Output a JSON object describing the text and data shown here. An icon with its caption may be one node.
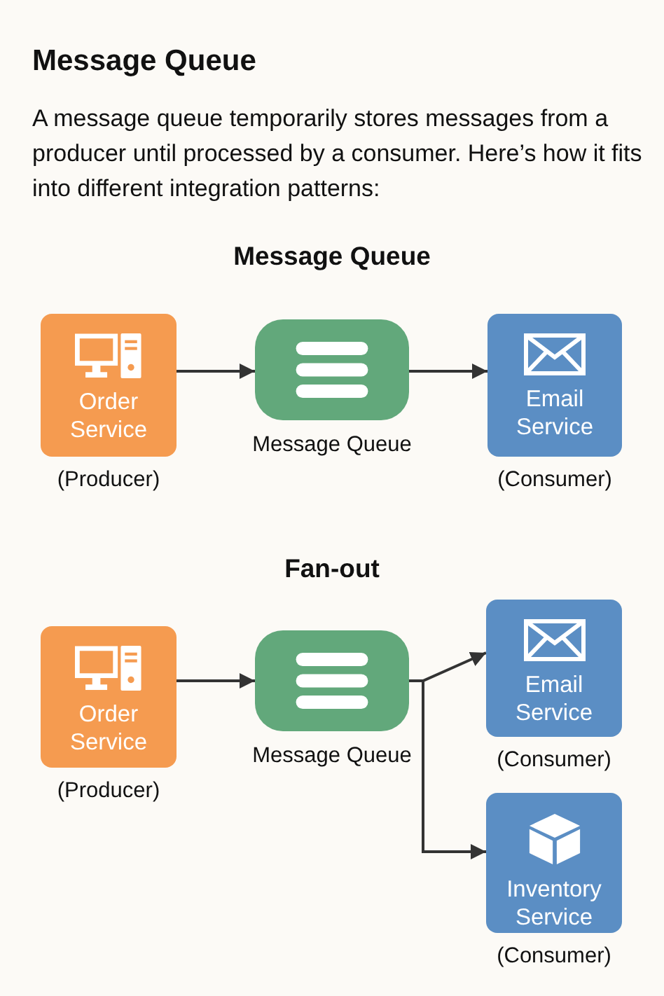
{
  "diagram": {
    "title": "Message Queue",
    "nodes": [
      {
        "text": [
          "Order Service"
        ],
        "beside": [
          "(Producer)"
        ]
      },
      {
        "text": [
          "Message Queue"
        ]
      },
      {
        "text": [
          "Email Service"
        ],
        "beside": [
          "(Consumer)"
        ]
      },
      {
        "text": [
          "Order Service"
        ],
        "beside": [
          "(Producer)"
        ]
      },
      {
        "text": [
          "Message Queue"
        ]
      },
      {
        "text": [
          "Email Service"
        ],
        "beside": [
          "(Consumer)"
        ]
      },
      {
        "text": [
          "Inventory Service"
        ],
        "beside": [
          "(Consumer)"
        ]
      }
    ],
    "edges": [
      {
        "from": 0,
        "to": 1,
        "arrow": "to"
      },
      {
        "from": 1,
        "to": 2,
        "arrow": "to"
      },
      {
        "from": 3,
        "to": 4,
        "arrow": "to"
      },
      {
        "from": 4,
        "to": 5,
        "arrow": "to"
      },
      {
        "from": 4,
        "to": 6,
        "arrow": "to"
      }
    ],
    "labels": [
      "A message queue temporarily stores messages from a producer until processed by a consumer. Here’s how it fits into different integration patterns:",
      "Message Queue",
      "Fan-out"
    ]
  }
}
